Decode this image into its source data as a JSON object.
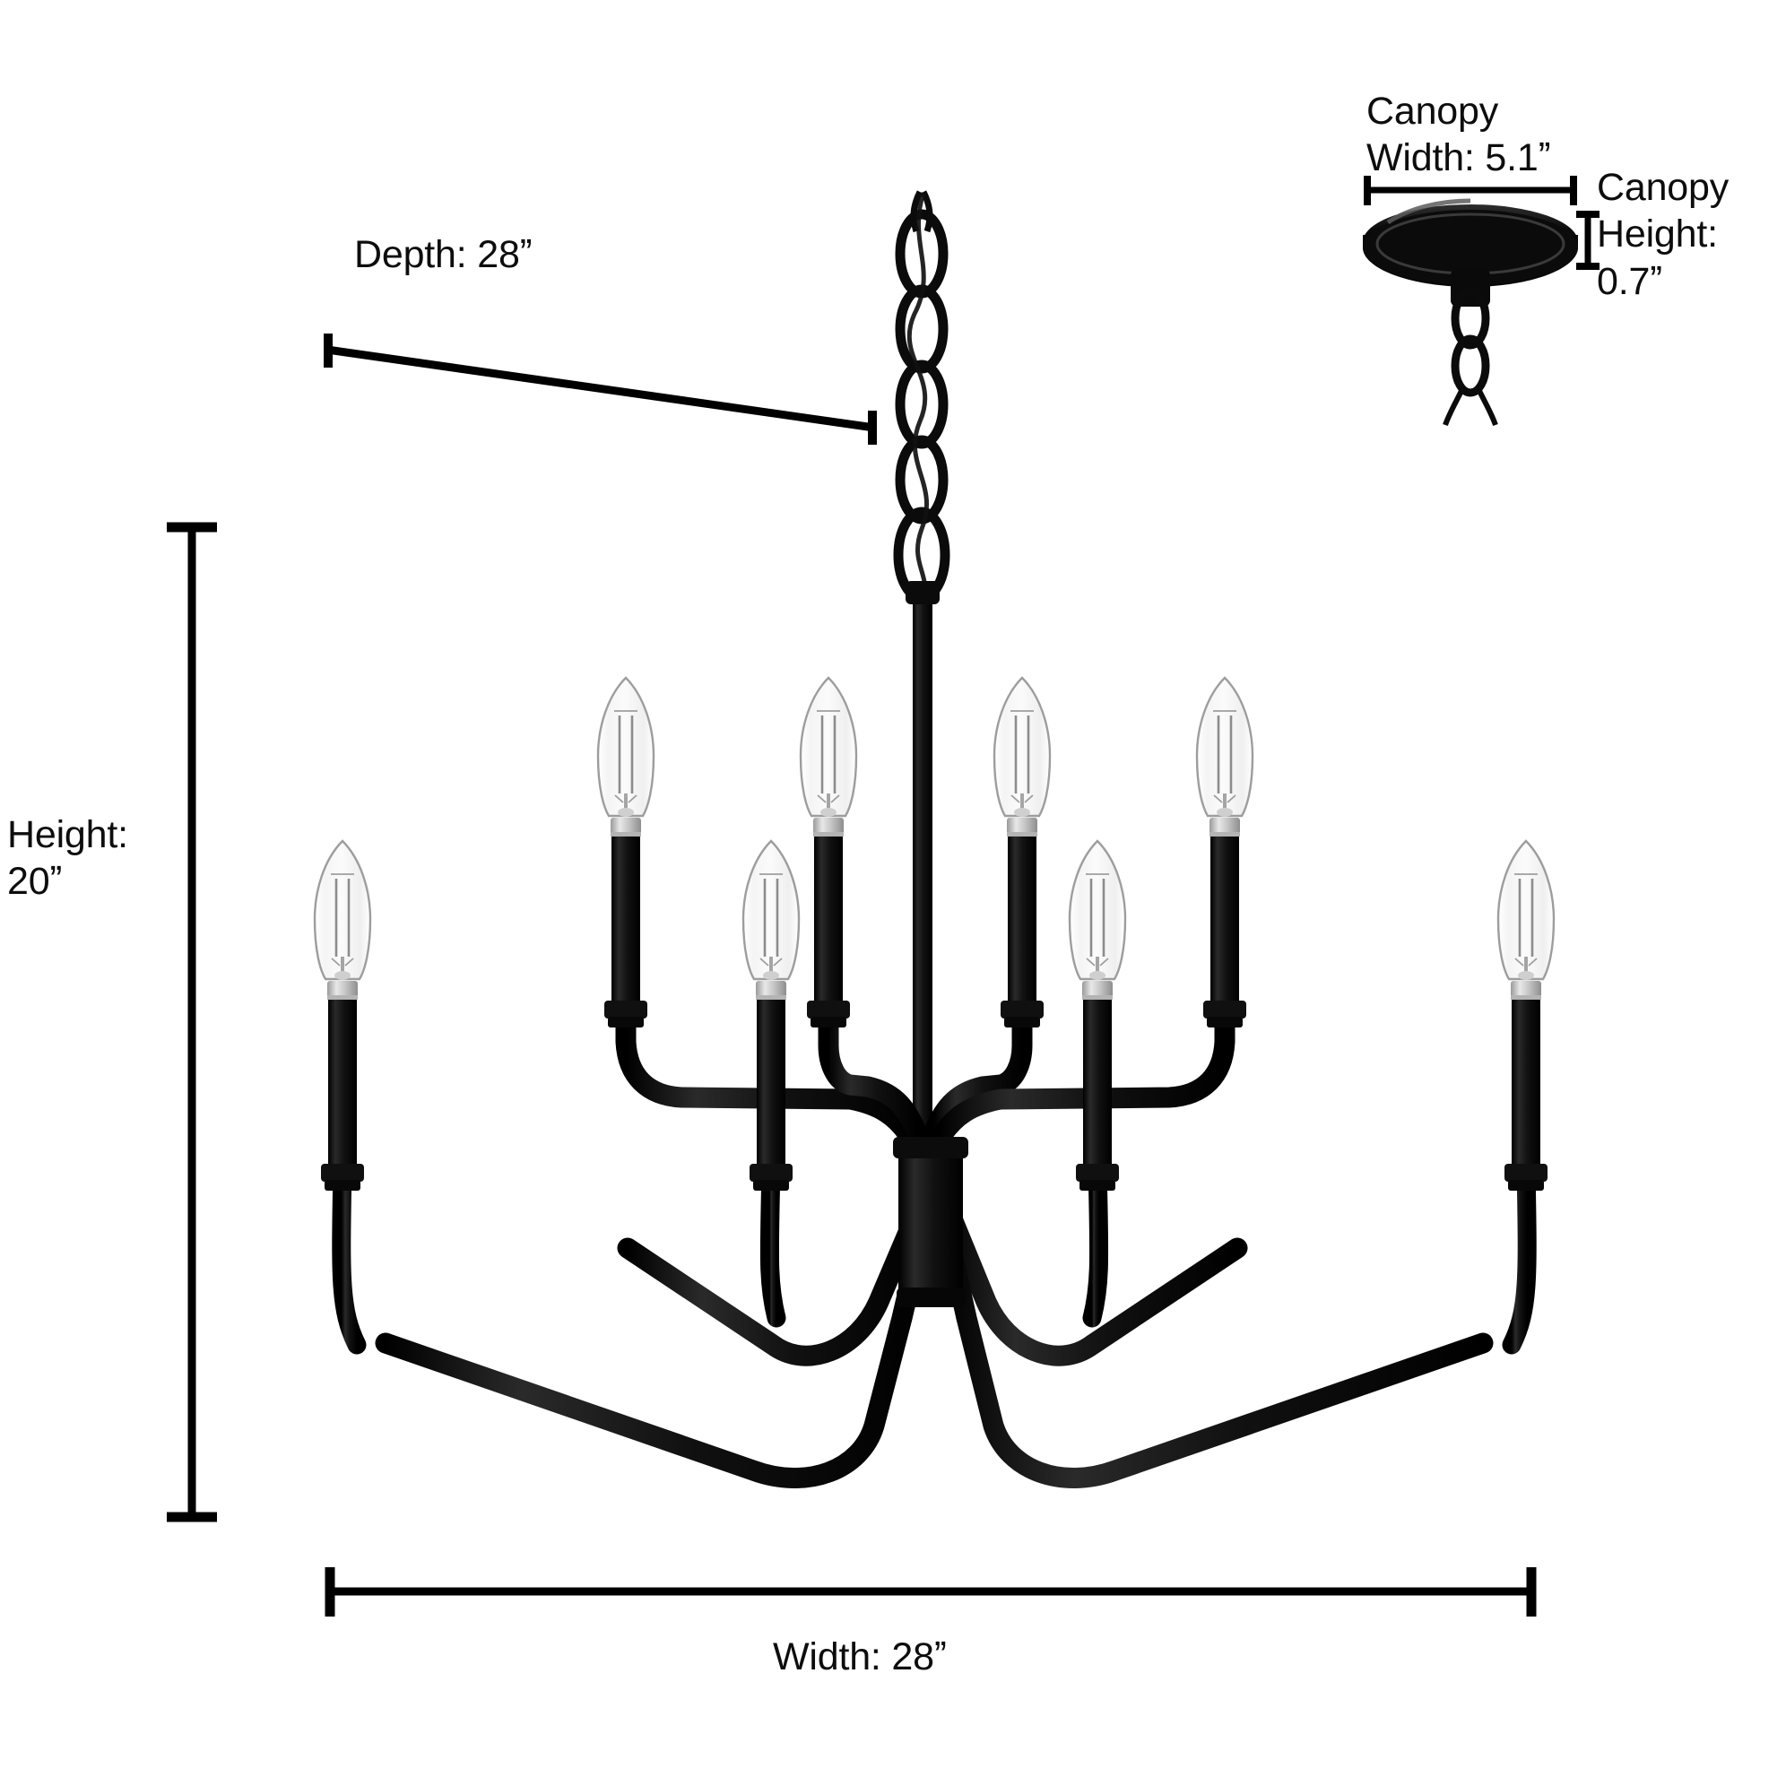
{
  "product": {
    "type": "chandelier",
    "description": "8-light black candle-style chandelier with clear candelabra filament bulbs, chain hanger and round canopy",
    "finish_color": "#111111",
    "background_color": "#ffffff",
    "bulb_count": 8,
    "upper_arm_count": 4,
    "lower_arm_count": 4
  },
  "dimensions": {
    "depth": {
      "label": "Depth: 28ˮ",
      "value": 28,
      "unit": "ˮ"
    },
    "height": {
      "label": "Height:\n20ˮ",
      "value": 20,
      "unit": "ˮ"
    },
    "width": {
      "label": "Width: 28ˮ",
      "value": 28,
      "unit": "ˮ"
    },
    "canopy_width": {
      "label": "Canopy\nWidth: 5.1ˮ",
      "value": 5.1,
      "unit": "ˮ"
    },
    "canopy_height": {
      "label": "Canopy\nHeight: 0.7ˮ",
      "value": 0.7,
      "unit": "ˮ"
    }
  },
  "chart_data": {
    "type": "table",
    "title": "Chandelier dimension callouts",
    "categories": [
      "Width",
      "Depth",
      "Height",
      "Canopy Width",
      "Canopy Height"
    ],
    "values": [
      28,
      28,
      20,
      5.1,
      0.7
    ],
    "unit": "inches",
    "labels": [
      "Width: 28ˮ",
      "Depth: 28ˮ",
      "Height: 20ˮ",
      "Canopy Width: 5.1ˮ",
      "Canopy Height: 0.7ˮ"
    ]
  },
  "colors": {
    "line": "#000000",
    "metal": "#111111",
    "glass": "#f2f2f2",
    "socket_ring": "#d9d9d9"
  }
}
